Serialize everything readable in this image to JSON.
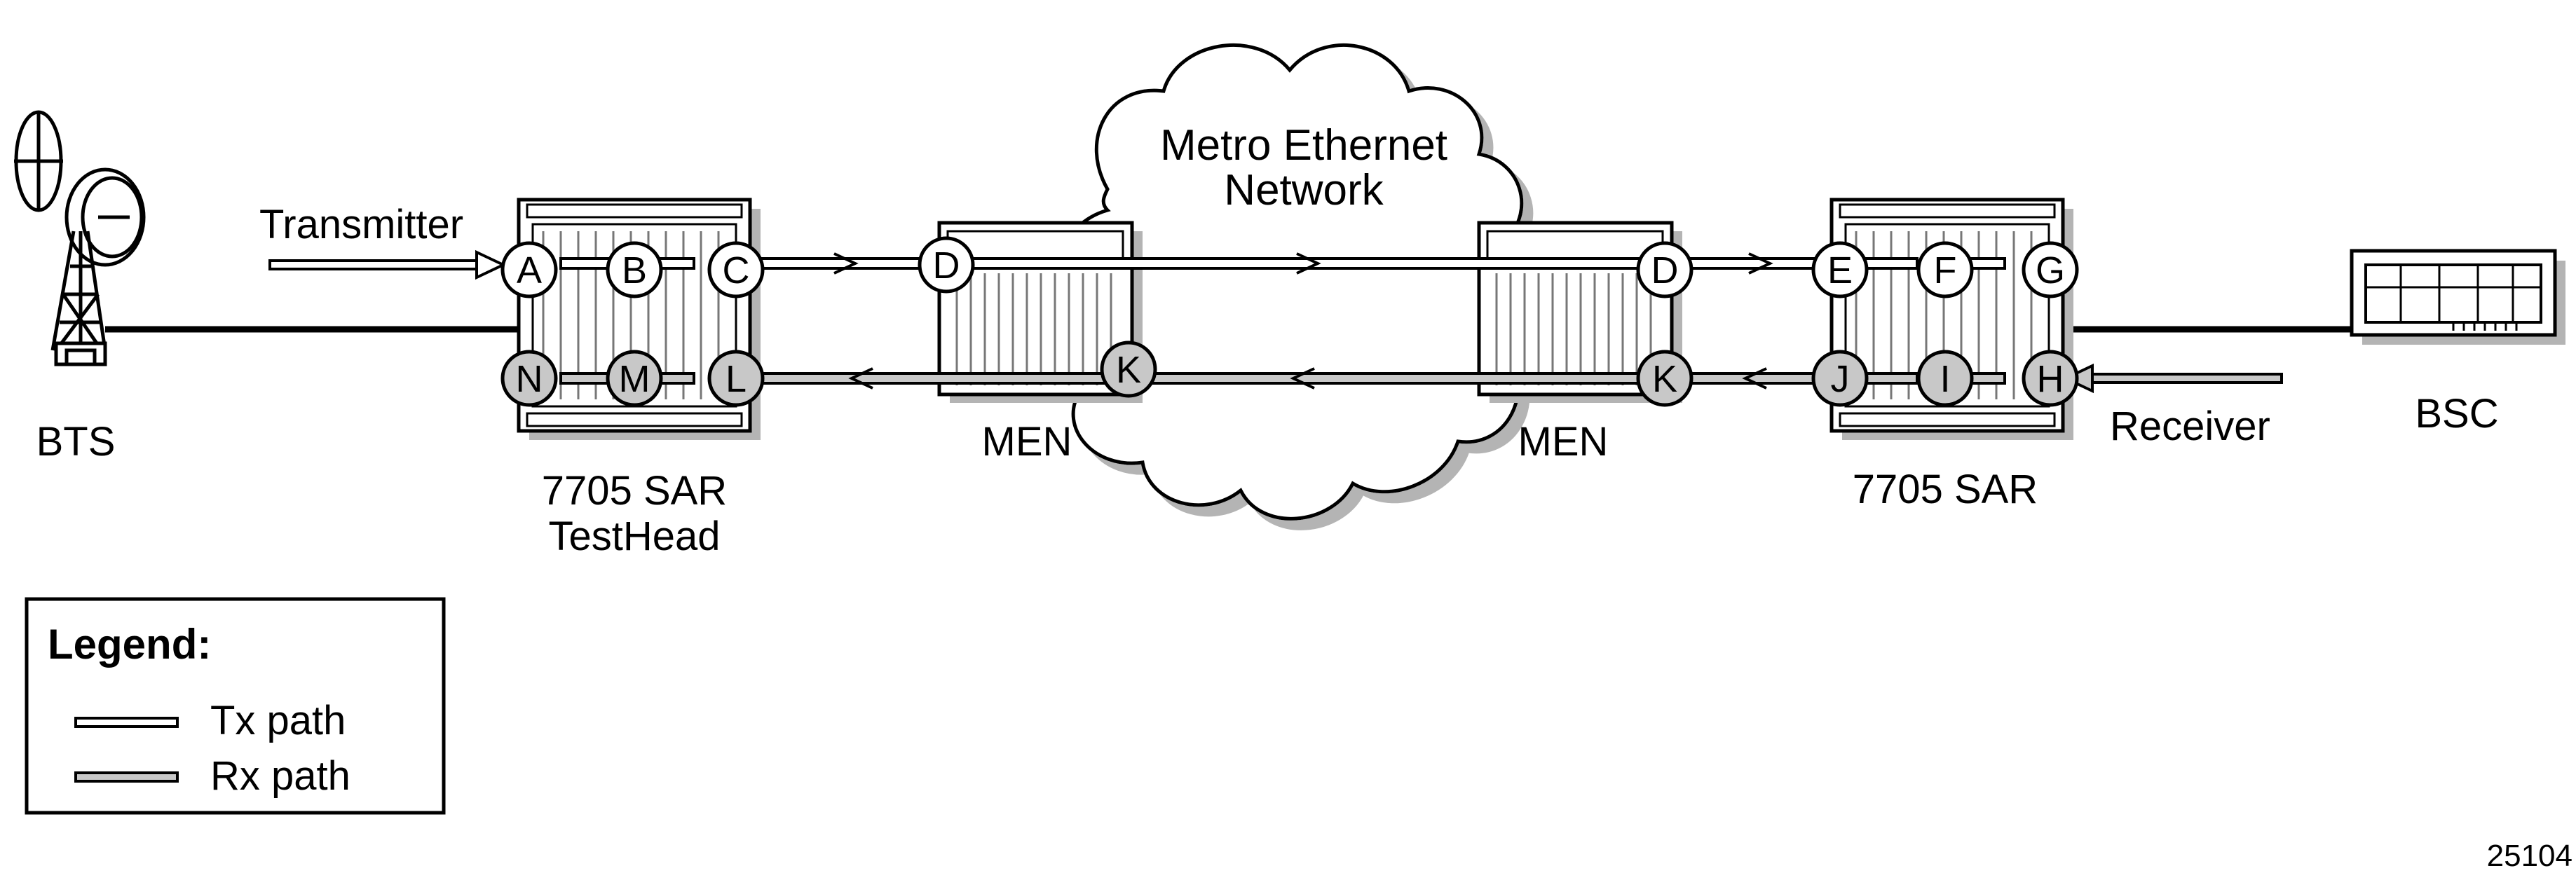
{
  "labels": {
    "cloud": [
      "Metro Ethernet",
      "Network"
    ],
    "transmitter": "Transmitter",
    "receiver": "Receiver",
    "bts": "BTS",
    "bsc": "BSC",
    "men_left": "MEN",
    "men_right": "MEN",
    "sar_left": [
      "7705 SAR",
      "TestHead"
    ],
    "sar_right": "7705 SAR",
    "figure_id": "25104"
  },
  "nodes": {
    "tx": [
      "A",
      "B",
      "C",
      "D",
      "D",
      "E",
      "F",
      "G"
    ],
    "rx": [
      "N",
      "M",
      "L",
      "K",
      "K",
      "J",
      "I",
      "H"
    ]
  },
  "legend": {
    "title": "Legend:",
    "tx": "Tx path",
    "rx": "Rx path"
  },
  "colors": {
    "rx_fill": "#c8c8c8",
    "shadow": "#b4b4b4",
    "stroke": "#000000"
  }
}
